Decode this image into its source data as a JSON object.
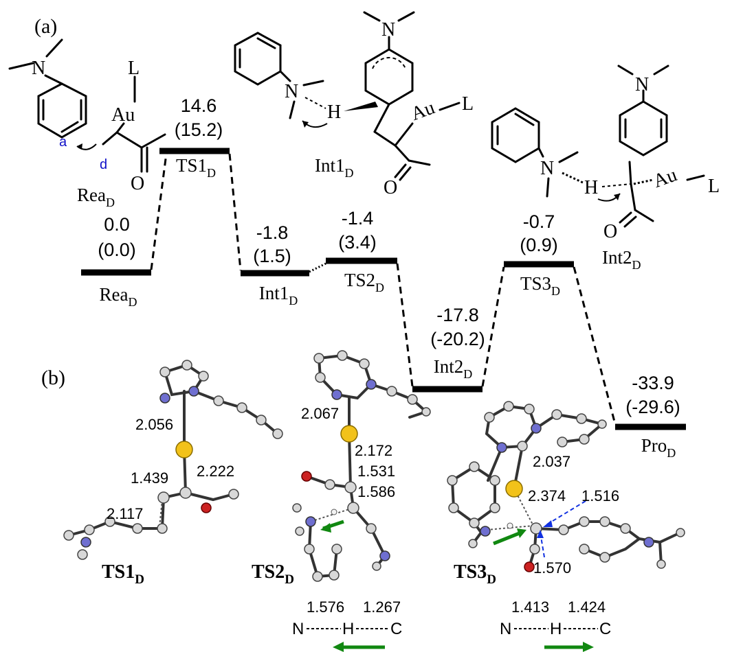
{
  "panels": {
    "a": "(a)",
    "b": "(b)"
  },
  "species": [
    {
      "id": "rea",
      "label": "Rea",
      "sub": "D",
      "energy": "0.0",
      "energy2": "(0.0)"
    },
    {
      "id": "ts1",
      "label": "TS1",
      "sub": "D",
      "energy": "14.6",
      "energy2": "(15.2)"
    },
    {
      "id": "int1",
      "label": "Int1",
      "sub": "D",
      "energy": "-1.8",
      "energy2": "(1.5)"
    },
    {
      "id": "ts2",
      "label": "TS2",
      "sub": "D",
      "energy": "-1.4",
      "energy2": "(3.4)"
    },
    {
      "id": "int2",
      "label": "Int2",
      "sub": "D",
      "energy": "-17.8",
      "energy2": "(-20.2)"
    },
    {
      "id": "ts3",
      "label": "TS3",
      "sub": "D",
      "energy": "-0.7",
      "energy2": "(0.9)"
    },
    {
      "id": "pro",
      "label": "Pro",
      "sub": "D",
      "energy": "-33.9",
      "energy2": "(-29.6)"
    }
  ],
  "structures": {
    "rea": {
      "au": "Au",
      "l": "L",
      "o": "O",
      "n": "N",
      "site_a": "a",
      "site_d": "d",
      "name": "Rea",
      "sub": "D"
    },
    "int1": {
      "n": "N",
      "h": "H",
      "au": "Au",
      "l": "L",
      "o": "O",
      "n2": "N",
      "name": "Int1",
      "sub": "D"
    },
    "int2": {
      "n": "N",
      "h": "H",
      "au": "Au",
      "l": "L",
      "o": "O",
      "n2": "N",
      "name": "Int2",
      "sub": "D"
    }
  },
  "geometries": {
    "ts1": {
      "name": "TS1",
      "sub": "D",
      "d1": "2.056",
      "d2": "2.222",
      "d3": "1.439",
      "d4": "2.117"
    },
    "ts2": {
      "name": "TS2",
      "sub": "D",
      "d1": "2.067",
      "d2": "2.172",
      "d3": "1.531",
      "d4": "1.586",
      "nh_label": "1.576",
      "hc_label": "1.267",
      "n": "N",
      "h": "H",
      "c": "C"
    },
    "ts3": {
      "name": "TS3",
      "sub": "D",
      "d1": "2.037",
      "d2": "2.374",
      "d3": "1.516",
      "d4": "1.570",
      "nh_label": "1.413",
      "hc_label": "1.424",
      "n": "N",
      "h": "H",
      "c": "C"
    }
  },
  "colors": {
    "site_labels": "#1010c8",
    "motion_arrow": "#118811",
    "dashed_arrow": "#1030e0"
  }
}
